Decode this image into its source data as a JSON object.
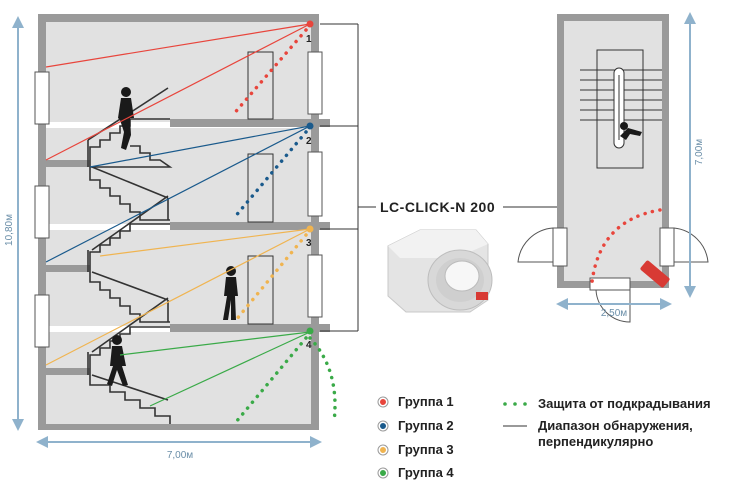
{
  "product_label": "LC-CLICK-N 200",
  "dimensions": {
    "building_width": "7,00м",
    "building_height": "10,80м",
    "plan_length": "7,00м",
    "plan_width": "2,50м"
  },
  "sensor_numbers": [
    "1",
    "2",
    "3",
    "4"
  ],
  "groups": [
    {
      "label": "Группа 1",
      "color": "#e8453c"
    },
    {
      "label": "Группа 2",
      "color": "#1a5a8c"
    },
    {
      "label": "Группа 3",
      "color": "#f0b450"
    },
    {
      "label": "Группа 4",
      "color": "#3aaa48"
    }
  ],
  "legend_lines": {
    "dotted": "Защита от подкрадывания",
    "solid_line1": "Диапазон обнаружения,",
    "solid_line2": "перпендикулярно"
  },
  "colors": {
    "wall": "#a0a0a0",
    "floor_fill": "#e1e1e1",
    "dimension": "#8fb2cc"
  }
}
